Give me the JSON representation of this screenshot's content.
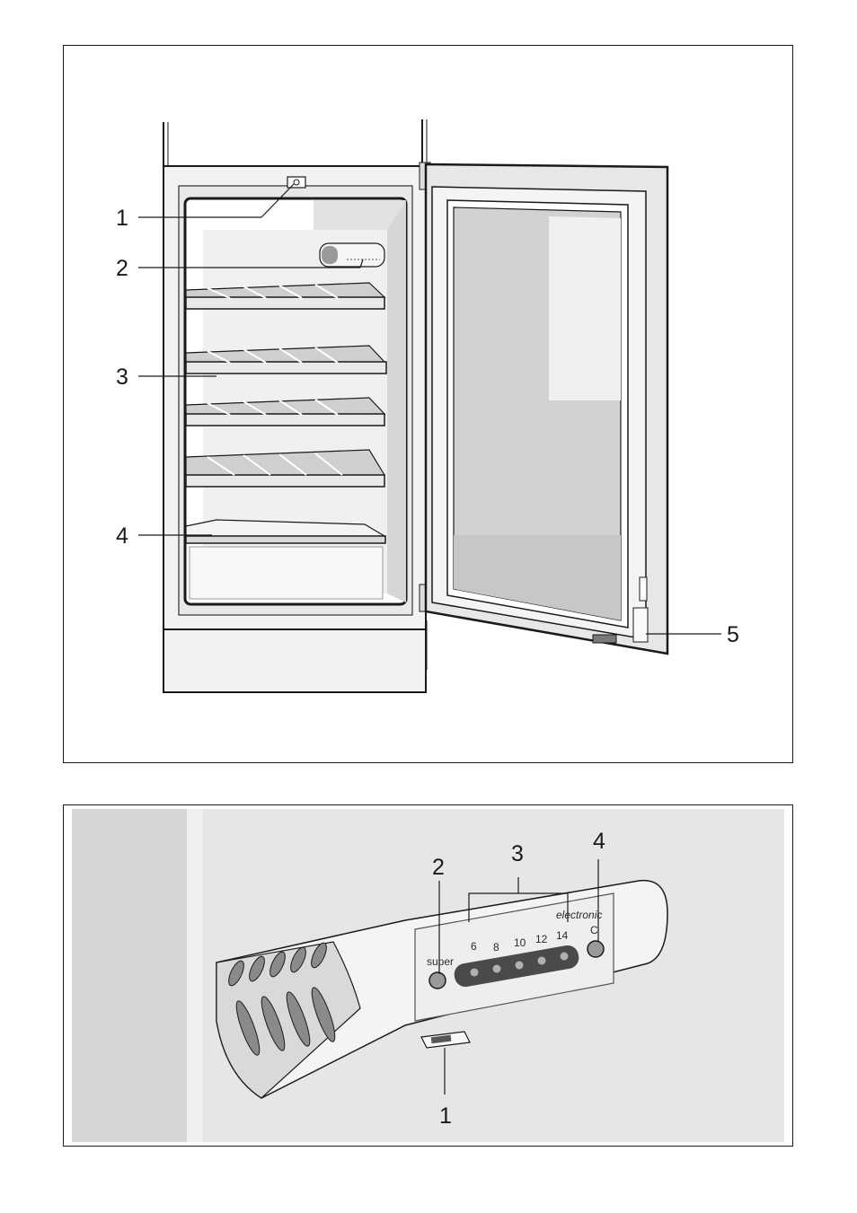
{
  "figure1": {
    "callouts": [
      "1",
      "2",
      "3",
      "4",
      "5"
    ]
  },
  "figure2": {
    "callouts": [
      "1",
      "2",
      "3",
      "4"
    ],
    "panel": {
      "brand_text": "electronic",
      "super_label": "super",
      "temp_labels": [
        "6",
        "8",
        "10",
        "12",
        "14"
      ],
      "unit_label": "C"
    }
  },
  "colors": {
    "line": "#1a1a1a",
    "light_gray": "#e6e6e6",
    "mid_gray": "#bdbdbd",
    "dark_gray": "#555555"
  }
}
